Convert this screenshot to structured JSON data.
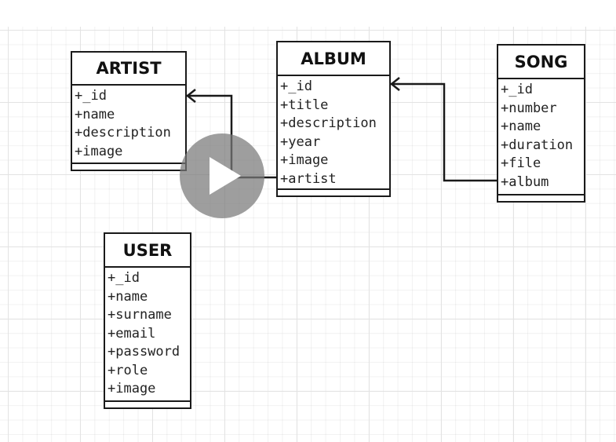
{
  "entities": [
    {
      "id": "artist",
      "title": "ARTIST",
      "attrs": [
        "+_id",
        "+name",
        "+description",
        "+image"
      ]
    },
    {
      "id": "album",
      "title": "ALBUM",
      "attrs": [
        "+_id",
        "+title",
        "+description",
        "+year",
        "+image",
        "+artist"
      ]
    },
    {
      "id": "song",
      "title": "SONG",
      "attrs": [
        "+_id",
        "+number",
        "+name",
        "+duration",
        "+file",
        "+album"
      ]
    },
    {
      "id": "user",
      "title": "USER",
      "attrs": [
        "+_id",
        "+name",
        "+surname",
        "+email",
        "+password",
        "+role",
        "+image"
      ]
    }
  ],
  "relations": [
    {
      "from": "album.artist",
      "to": "artist"
    },
    {
      "from": "song.album",
      "to": "album"
    }
  ],
  "colors": {
    "line": "#1a1a1a",
    "grid": "#e3e3e3",
    "play_overlay": "#787878"
  },
  "icons": {
    "play_button": "play-icon"
  }
}
